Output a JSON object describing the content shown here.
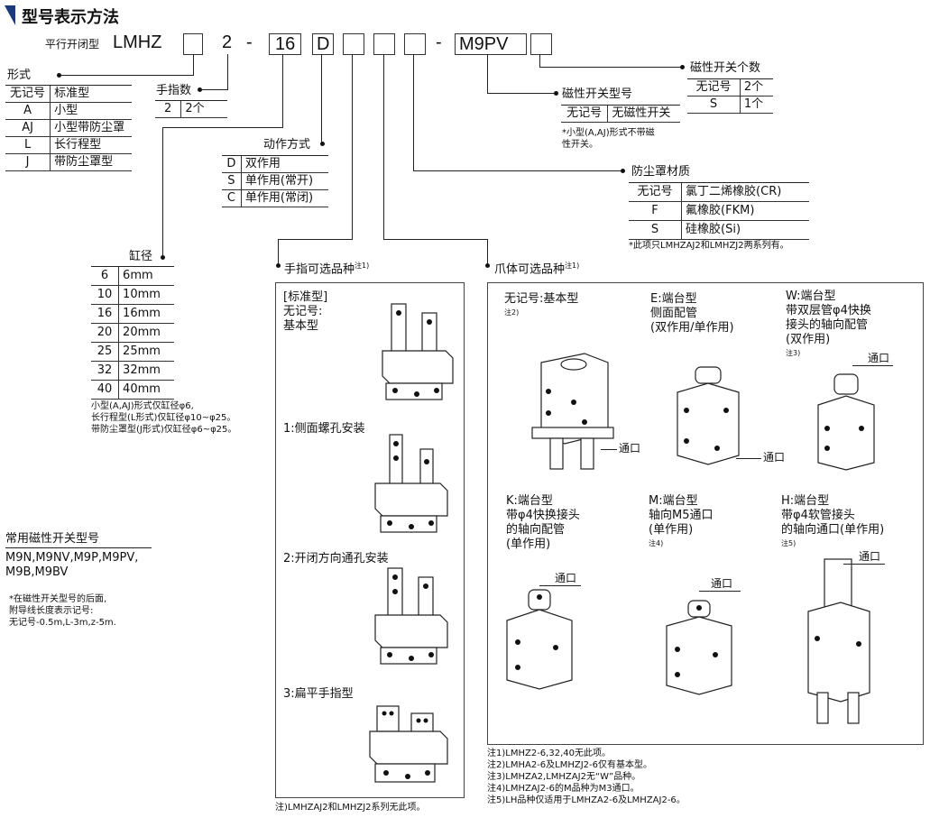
{
  "section_title": "型号表示方法",
  "model": {
    "prefix_label": "平行开闭型",
    "series": "LMHZ",
    "fingers": "2",
    "dash1": "-",
    "bore": "16",
    "action": "D",
    "dash2": "-",
    "switch": "M9PV"
  },
  "form": {
    "title": "形式",
    "rows": [
      [
        "无记号",
        "标准型"
      ],
      [
        "A",
        "小型"
      ],
      [
        "AJ",
        "小型带防尘罩"
      ],
      [
        "L",
        "长行程型"
      ],
      [
        "J",
        "带防尘罩型"
      ]
    ]
  },
  "fingers": {
    "title": "手指数",
    "rows": [
      [
        "2",
        "2个"
      ]
    ]
  },
  "action": {
    "title": "动作方式",
    "rows": [
      [
        "D",
        "双作用"
      ],
      [
        "S",
        "单作用(常开)"
      ],
      [
        "C",
        "单作用(常闭)"
      ]
    ]
  },
  "bore": {
    "title": "缸径",
    "rows": [
      [
        "6",
        "6mm"
      ],
      [
        "10",
        "10mm"
      ],
      [
        "16",
        "16mm"
      ],
      [
        "20",
        "20mm"
      ],
      [
        "25",
        "25mm"
      ],
      [
        "32",
        "32mm"
      ],
      [
        "40",
        "40mm"
      ]
    ],
    "notes": [
      "小型(A,AJ)形式仅缸径φ6,",
      "长行程型(L形式)仅缸径φ10~φ25。",
      "带防尘罩型(J形式)仅缸径φ6~φ25。"
    ]
  },
  "switch_qty": {
    "title": "磁性开关个数",
    "rows": [
      [
        "无记号",
        "2个"
      ],
      [
        "S",
        "1个"
      ]
    ]
  },
  "switch_type": {
    "title": "磁性开关型号",
    "rows": [
      [
        "无记号",
        "无磁性开关"
      ]
    ],
    "notes": [
      "*小型(A,AJ)形式不带磁",
      "性开关。"
    ]
  },
  "cover": {
    "title": "防尘罩材质",
    "rows": [
      [
        "无记号",
        "氯丁二烯橡胶(CR)"
      ],
      [
        "F",
        "氟橡胶(FKM)"
      ],
      [
        "S",
        "硅橡胶(Si)"
      ]
    ],
    "note": "*此项只LMHZAJ2和LMHZJ2两系列有。"
  },
  "common_switch": {
    "title": "常用磁性开关型号",
    "lines": [
      "M9N,M9NV,M9P,M9PV,",
      "M9B,M9BV"
    ],
    "notes": [
      "*在磁性开关型号的后面,",
      "附导线长度表示记号:",
      "无记号-0.5m,L-3m,z-5m."
    ]
  },
  "finger_options": {
    "title": "手指可选品种",
    "sup": "注1)",
    "items": [
      {
        "lines": [
          "[标准型]",
          "无记号:",
          "基本型"
        ]
      },
      {
        "lines": [
          "1:侧面螺孔安装"
        ]
      },
      {
        "lines": [
          "2:开闭方向通孔安装"
        ]
      },
      {
        "lines": [
          "3:扁平手指型"
        ]
      }
    ],
    "footnote": "注)LMHZAJ2和LMHZJ2系列无此项。"
  },
  "body_options": {
    "title": "爪体可选品种",
    "sup": "注1)",
    "port_label": "通口",
    "items": [
      {
        "lines": [
          "无记号:基本型"
        ],
        "note": "注2)"
      },
      {
        "lines": [
          "E:端台型",
          "侧面配管",
          "(双作用/单作用)"
        ],
        "note": ""
      },
      {
        "lines": [
          "W:端台型",
          "带双层管φ4快换",
          "接头的轴向配管",
          "(双作用)"
        ],
        "note": "注3)"
      },
      {
        "lines": [
          "K:端台型",
          "带φ4快换接头",
          "的轴向配管",
          "(单作用)"
        ],
        "note": ""
      },
      {
        "lines": [
          "M:端台型",
          "轴向M5通口",
          "(单作用)"
        ],
        "note": "注4)"
      },
      {
        "lines": [
          "H:端台型",
          "带φ4软管接头",
          "的轴向通口(单作用)"
        ],
        "note": "注5)"
      }
    ],
    "footnotes": [
      "注1)LMHZ2-6,32,40无此项。",
      "注2)LMHA2-6及LMHZJ2-6仅有基本型。",
      "注3)LMHZA2,LMHZAJ2无“W”品种。",
      "注4)LMHZAJ2-6的M品种为M3通口。",
      "注5)LH品种仅适用于LMHZA2-6及LMHZAJ2-6。"
    ]
  }
}
